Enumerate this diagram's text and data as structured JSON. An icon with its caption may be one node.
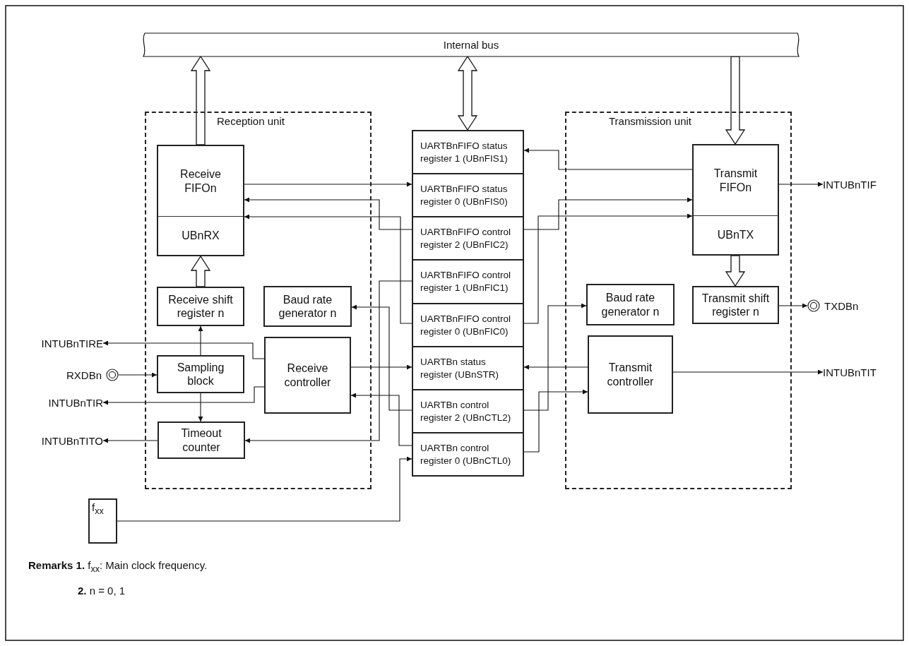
{
  "diagram": {
    "nodes": [
      {
        "text": [
          "Internal bus"
        ]
      },
      {
        "text": [
          "Reception unit"
        ]
      },
      {
        "text": [
          "Receive FIFOn",
          "UBnRX"
        ],
        "in": 1
      },
      {
        "text": [
          "Receive shift register n"
        ],
        "in": 1
      },
      {
        "text": [
          "Baud rate generator n"
        ],
        "in": 1
      },
      {
        "text": [
          "Sampling block"
        ],
        "in": 1
      },
      {
        "text": [
          "Receive controller"
        ],
        "in": 1
      },
      {
        "text": [
          "Timeout counter"
        ],
        "in": 1
      },
      {
        "text": [
          "UARTBnFIFO status register 1 (UBnFIS1)"
        ]
      },
      {
        "text": [
          "UARTBnFIFO status register 0 (UBnFIS0)"
        ]
      },
      {
        "text": [
          "UARTBnFIFO control register 2 (UBnFIC2)"
        ]
      },
      {
        "text": [
          "UARTBnFIFO control register 1 (UBnFIC1)"
        ]
      },
      {
        "text": [
          "UARTBnFIFO control register 0 (UBnFIC0)"
        ]
      },
      {
        "text": [
          "UARTBn status register (UBnSTR)"
        ]
      },
      {
        "text": [
          "UARTBn control register 2 (UBnCTL2)"
        ]
      },
      {
        "text": [
          "UARTBn control register 0 (UBnCTL0)"
        ]
      },
      {
        "text": [
          "Transmission unit"
        ]
      },
      {
        "text": [
          "Transmit FIFOn",
          "UBnTX"
        ],
        "in": 16
      },
      {
        "text": [
          "Baud rate generator n"
        ],
        "in": 16
      },
      {
        "text": [
          "Transmit shift register n"
        ],
        "in": 16
      },
      {
        "text": [
          "Transmit controller"
        ],
        "in": 16
      },
      {
        "text": [
          "INTUBnTIRE"
        ]
      },
      {
        "text": [
          "RXDBn"
        ]
      },
      {
        "text": [
          "INTUBnTIR"
        ]
      },
      {
        "text": [
          "INTUBnTITO"
        ]
      },
      {
        "text": [
          "f$_{xx}$"
        ]
      },
      {
        "text": [
          "INTUBnTIF"
        ]
      },
      {
        "text": [
          "TXDBn"
        ]
      },
      {
        "text": [
          "INTUBnTIT"
        ]
      }
    ],
    "edges": [
      {
        "from": 2,
        "to": 0,
        "arrow": "to",
        "style": "thick"
      },
      {
        "from": 8,
        "to": 0,
        "arrow": "both",
        "style": "thick"
      },
      {
        "from": 0,
        "to": 17,
        "arrow": "to",
        "style": "thick"
      },
      {
        "from": 3,
        "to": 2,
        "arrow": "to",
        "style": "thick"
      },
      {
        "from": 17,
        "to": 19,
        "arrow": "to",
        "style": "thick"
      },
      {
        "from": 2,
        "to": 9,
        "arrow": "to"
      },
      {
        "from": 17,
        "to": 8,
        "arrow": "to"
      },
      {
        "from": 10,
        "to": 2,
        "arrow": "to"
      },
      {
        "from": 12,
        "to": 2,
        "arrow": "to"
      },
      {
        "from": 10,
        "to": 17,
        "arrow": "to"
      },
      {
        "from": 12,
        "to": 17,
        "arrow": "to"
      },
      {
        "from": 11,
        "to": 7,
        "arrow": "to"
      },
      {
        "from": 14,
        "to": 4,
        "arrow": "to"
      },
      {
        "from": 15,
        "to": 6,
        "arrow": "to"
      },
      {
        "from": 6,
        "to": 13,
        "arrow": "to"
      },
      {
        "from": 20,
        "to": 13,
        "arrow": "to"
      },
      {
        "from": 14,
        "to": 18,
        "arrow": "to"
      },
      {
        "from": 15,
        "to": 20,
        "arrow": "to"
      },
      {
        "from": 25,
        "to": 15,
        "arrow": "to"
      },
      {
        "from": 22,
        "to": 5,
        "arrow": "to"
      },
      {
        "from": 5,
        "to": 3,
        "arrow": "to"
      },
      {
        "from": 5,
        "to": 7,
        "arrow": "to"
      },
      {
        "from": 6,
        "to": 21,
        "arrow": "to"
      },
      {
        "from": 6,
        "to": 23,
        "arrow": "to"
      },
      {
        "from": 7,
        "to": 24,
        "arrow": "to"
      },
      {
        "from": 17,
        "to": 26,
        "arrow": "to"
      },
      {
        "from": 19,
        "to": 27,
        "arrow": "to"
      },
      {
        "from": 20,
        "to": 28,
        "arrow": "to"
      }
    ],
    "labels": [
      "**Remarks 1.** f$_{xx}$: Main clock frequency.",
      "**2.** n = 0, 1"
    ]
  }
}
